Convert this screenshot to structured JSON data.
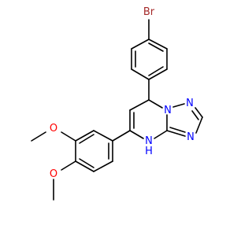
{
  "colors": {
    "background": "#ffffff",
    "bond": "#000000",
    "carbon_text": "#000000",
    "bromine": "#a52a2a",
    "nitrogen": "#0000ff",
    "oxygen": "#ff0000"
  },
  "atoms": {
    "bromine": {
      "text": "Br"
    },
    "n1_bridgehead": {
      "text": "N"
    },
    "n2": {
      "text": "N"
    },
    "n3": {
      "text": "N"
    },
    "nh": {
      "text": "N",
      "h_text": "H"
    },
    "o_meta": {
      "text": "O"
    },
    "o_para": {
      "text": "O"
    }
  }
}
